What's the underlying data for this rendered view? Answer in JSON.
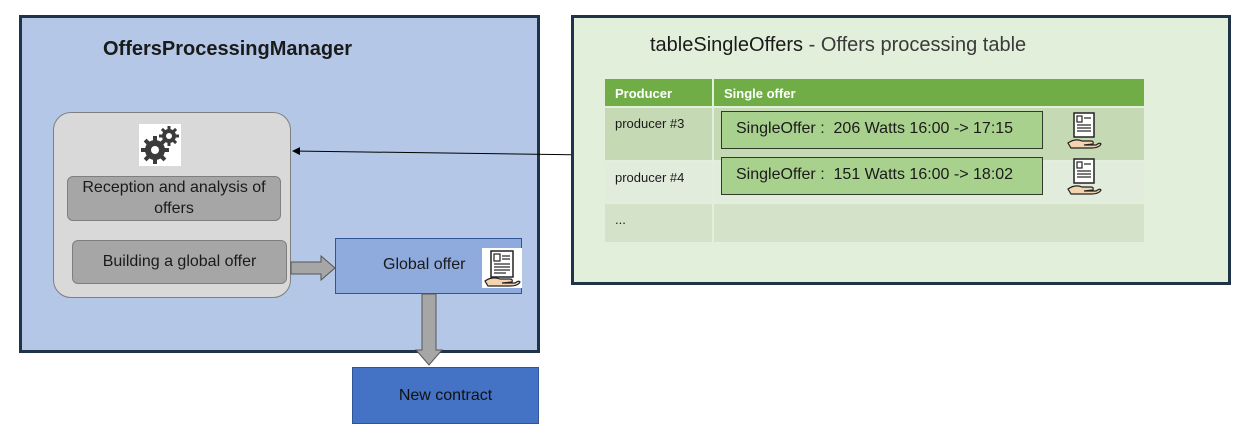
{
  "manager": {
    "title": "OffersProcessingManager",
    "reception_label": "Reception and analysis of offers",
    "build_label": "Building a global offer",
    "global_offer_label": "Global offer",
    "gear_icon": "gears-icon",
    "offer_icon": "hand-document-icon"
  },
  "new_contract": {
    "label": "New contract"
  },
  "table": {
    "name": "tableSingleOffers",
    "subtitle": " - Offers processing table",
    "headers": [
      "Producer",
      "Single offer"
    ],
    "rows": [
      {
        "producer": "producer #3",
        "offer": "SingleOffer :  206 Watts 16:00 -> 17:15"
      },
      {
        "producer": "producer #4",
        "offer": "SingleOffer :  151 Watts 16:00 -> 18:02"
      },
      {
        "producer": "...",
        "offer": ""
      }
    ]
  },
  "colors": {
    "manager_bg": "#b4c7e7",
    "table_panel_bg": "#e2efda",
    "header_green": "#70ad47",
    "offer_green": "#a9d18e",
    "new_contract_blue": "#4472c4"
  }
}
